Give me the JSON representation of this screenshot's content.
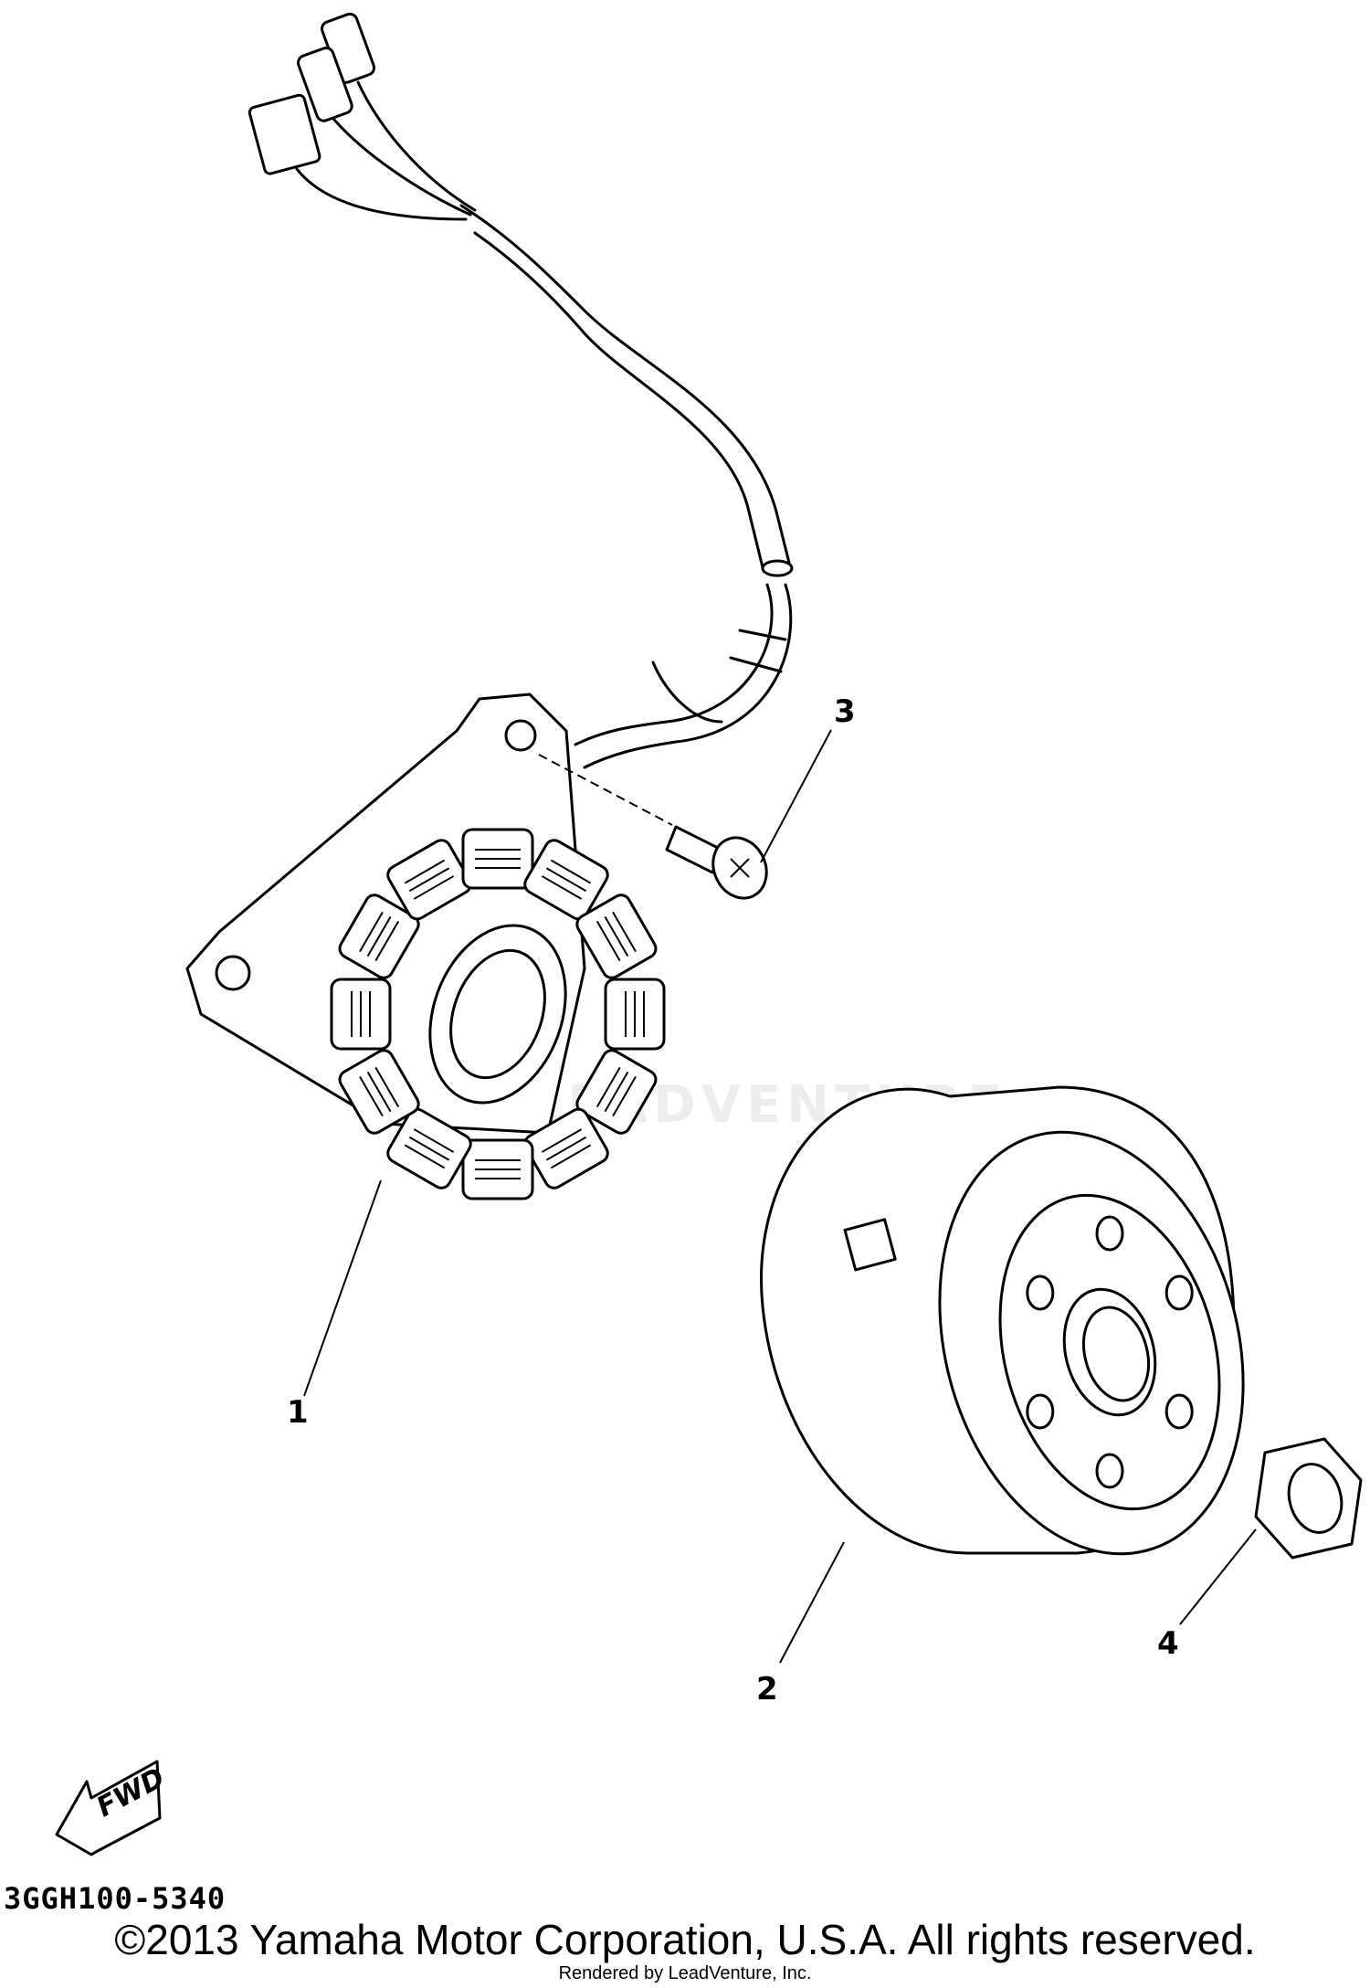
{
  "diagram": {
    "callouts": [
      {
        "id": "1",
        "label": "1",
        "part": "stator"
      },
      {
        "id": "2",
        "label": "2",
        "part": "flywheel-rotor"
      },
      {
        "id": "3",
        "label": "3",
        "part": "screw"
      },
      {
        "id": "4",
        "label": "4",
        "part": "nut"
      }
    ],
    "direction_indicator": "FWD",
    "diagram_code": "3GGH100-5340",
    "watermark": "LEADVENTURE"
  },
  "footer": {
    "copyright": "©2013 Yamaha Motor Corporation, U.S.A. All rights reserved.",
    "rendered_by": "Rendered by LeadVenture, Inc."
  },
  "colors": {
    "line": "#000000",
    "background": "#ffffff"
  }
}
